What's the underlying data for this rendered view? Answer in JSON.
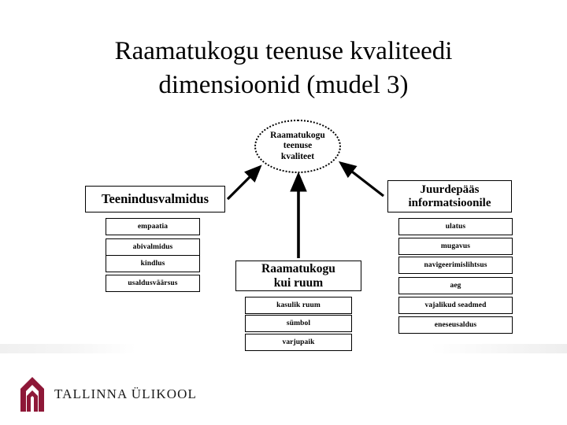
{
  "slide": {
    "title": "Raamatukogu teenuse kvaliteedi dimensioonid (mudel 3)",
    "title_line1": "Raamatukogu teenuse kvaliteedi",
    "title_line2": "dimensioonid (mudel 3)",
    "background_color": "#ffffff",
    "text_color": "#000000"
  },
  "diagram": {
    "type": "hierarchy",
    "centre": {
      "label": "Raamatukogu teenuse kvaliteet",
      "shape": "ellipse",
      "border_style": "dotted"
    },
    "columns": [
      {
        "id": "left",
        "header": "Teenindusvalmidus",
        "items": [
          "empaatia",
          "abivalmidus",
          "kindlus",
          "usaldusväärsus"
        ]
      },
      {
        "id": "centre",
        "header": "Raamatukogu kui ruum",
        "items": [
          "kasulik ruum",
          "sümbol",
          "varjupaik"
        ]
      },
      {
        "id": "right",
        "header": "Juurdepääs informatsioonile",
        "items": [
          "ulatus",
          "mugavus",
          "navigeerimislihtsus",
          "aeg",
          "vajalikud seadmed",
          "eneseusaldus"
        ]
      }
    ],
    "arrows": [
      {
        "from": "left-header",
        "to": "centre-node",
        "direction": "up-right"
      },
      {
        "from": "centre-header",
        "to": "centre-node",
        "direction": "up"
      },
      {
        "from": "right-header",
        "to": "centre-node",
        "direction": "up-left"
      }
    ]
  },
  "logo": {
    "text": "TALLINNA ÜLIKOOL",
    "mark_color": "#8e1838",
    "mark_name": "arch-mark"
  }
}
